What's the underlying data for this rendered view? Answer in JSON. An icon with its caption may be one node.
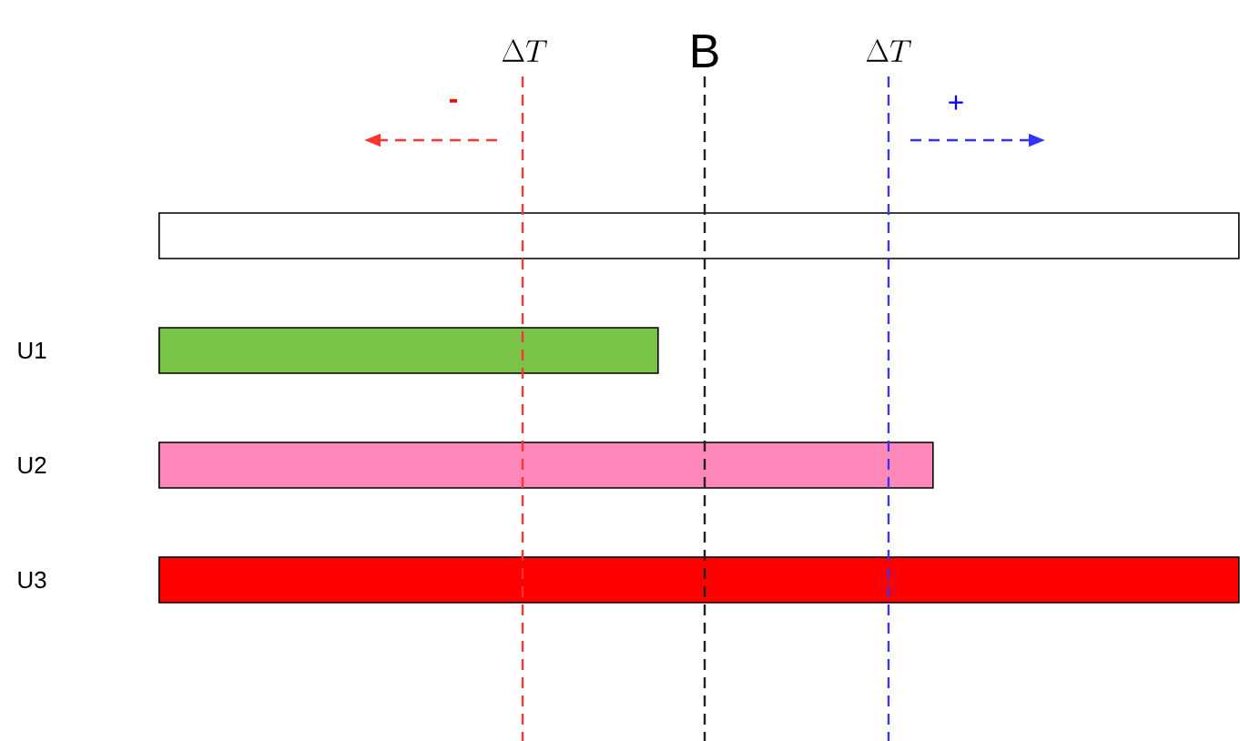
{
  "diagram": {
    "nodes": [
      {
        "text": [],
        "shape": "bar"
      },
      {
        "text": [],
        "shape": "bar"
      },
      {
        "text": [],
        "shape": "bar"
      },
      {
        "text": [],
        "shape": "bar"
      }
    ],
    "labels": [
      "\\Delta T",
      "B",
      "\\Delta T",
      "-",
      "+",
      "U1",
      "U2",
      "U3"
    ]
  }
}
